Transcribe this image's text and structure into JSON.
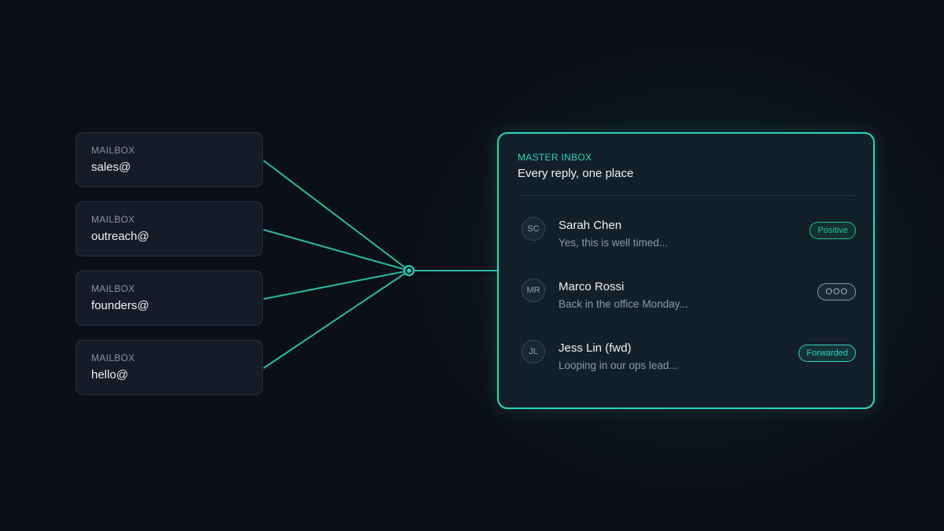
{
  "colors": {
    "background": "#0b1018",
    "mailbox_card": "#151b27",
    "accent": "#2dd4bf",
    "inbox_card": "#132029",
    "positive_tag": "#22c58b",
    "neutral_tag": "#8e98a6",
    "text_primary": "#eef1f5",
    "text_secondary": "#8e98a6"
  },
  "mailboxes": [
    {
      "label": "MAILBOX",
      "address": "sales@"
    },
    {
      "label": "MAILBOX",
      "address": "outreach@"
    },
    {
      "label": "MAILBOX",
      "address": "founders@"
    },
    {
      "label": "MAILBOX",
      "address": "hello@"
    }
  ],
  "master_inbox": {
    "eyebrow": "MASTER INBOX",
    "title": "Every reply, one place",
    "messages": [
      {
        "initials": "SC",
        "sender": "Sarah Chen",
        "preview": "Yes, this is well timed...",
        "tag": "Positive"
      },
      {
        "initials": "MR",
        "sender": "Marco Rossi",
        "preview": "Back in the office Monday...",
        "tag": "OOO"
      },
      {
        "initials": "JL",
        "sender": "Jess Lin (fwd)",
        "preview": "Looping in our ops lead...",
        "tag": "Forwarded"
      }
    ]
  }
}
